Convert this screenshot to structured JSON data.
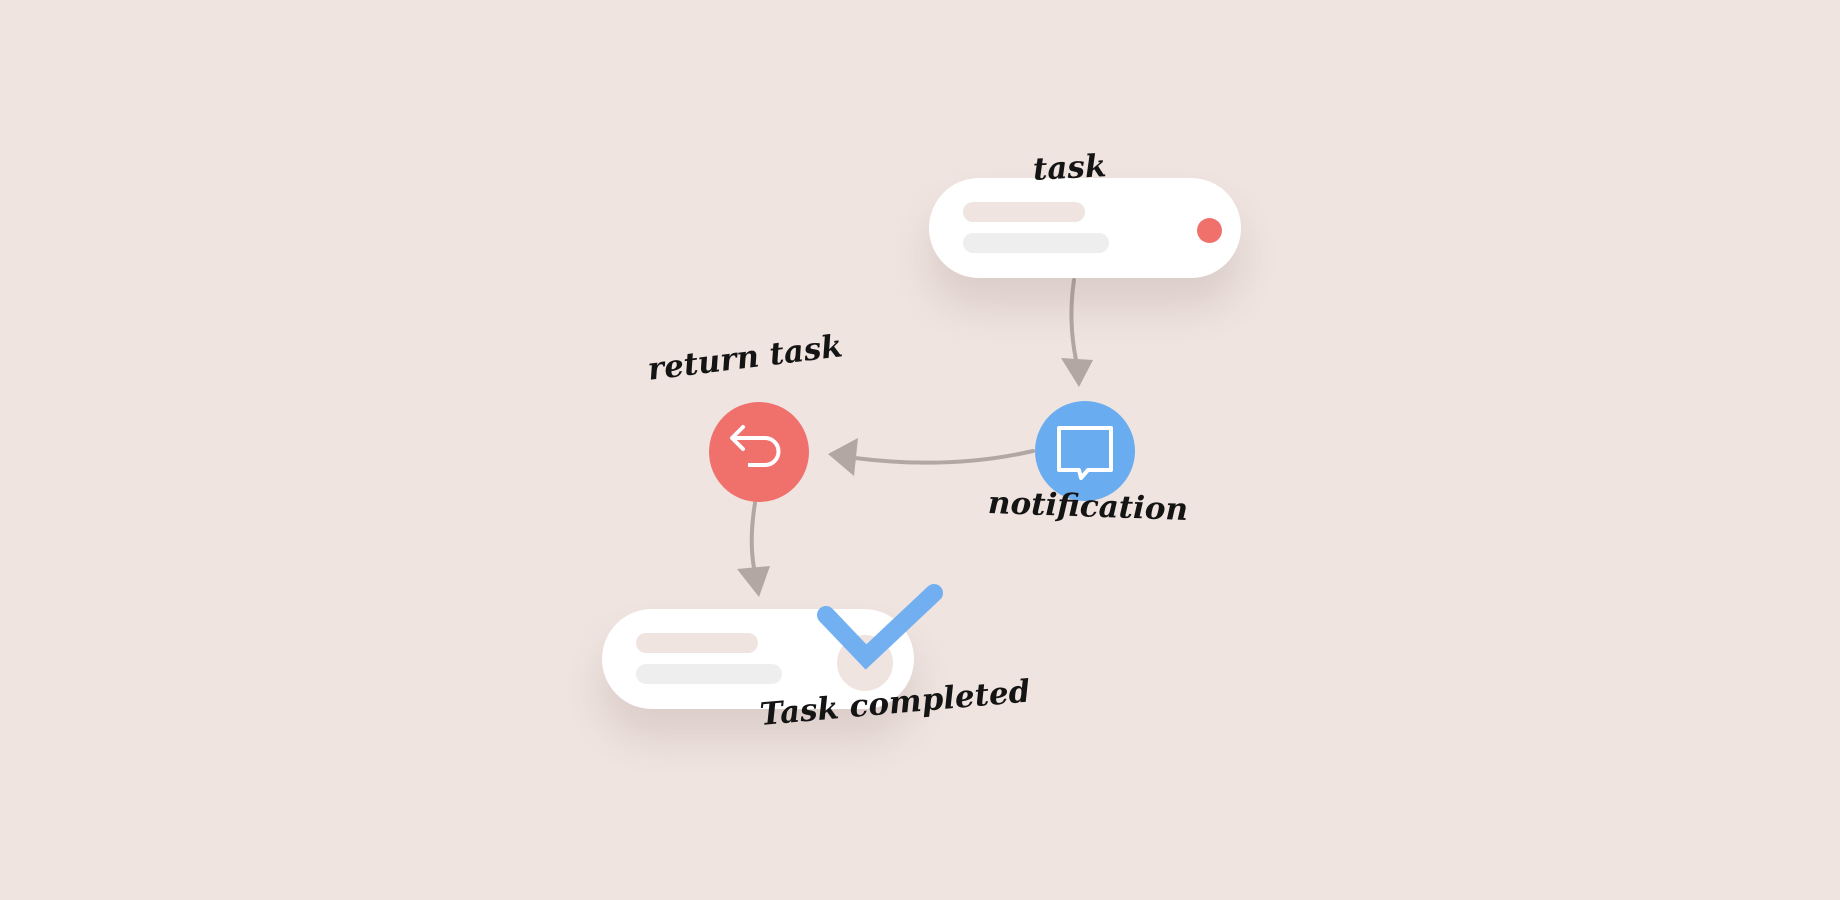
{
  "diagram": {
    "title": "",
    "nodes": [
      {
        "id": "task",
        "kind": "card",
        "label": "task",
        "indicator_color": "#f0716c"
      },
      {
        "id": "notification",
        "kind": "circle",
        "label": "notification",
        "icon": "chat-bubble-icon",
        "color": "#6aacf0"
      },
      {
        "id": "return-task",
        "kind": "circle",
        "label": "return task",
        "icon": "undo-arrow-icon",
        "color": "#f0716c"
      },
      {
        "id": "task-completed",
        "kind": "card",
        "label": "Task completed",
        "icon": "checkmark-icon",
        "indicator_color": "#6aacf0"
      }
    ],
    "edges": [
      {
        "from": "task",
        "to": "notification"
      },
      {
        "from": "notification",
        "to": "return-task"
      },
      {
        "from": "return-task",
        "to": "task-completed"
      }
    ]
  },
  "colors": {
    "background": "#efe4e0",
    "card": "#ffffff",
    "red": "#f0716c",
    "blue": "#6aacf0",
    "connector": "#b2a7a3",
    "text": "#141414"
  }
}
